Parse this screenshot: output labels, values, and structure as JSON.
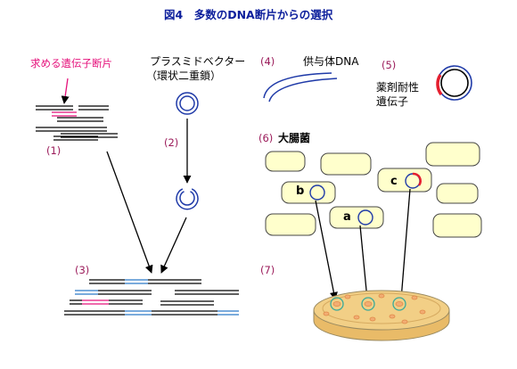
{
  "title": "図4　多数のDNA断片からの選択",
  "labels": {
    "target_gene": "求める遺伝子断片",
    "plasmid_vector": "プラスミドベクター",
    "circular_double": "（環状二重鎖）",
    "donor_dna": "供与体DNA",
    "drug_resistance_1": "薬剤耐性",
    "drug_resistance_2": "遺伝子",
    "ecoli": "大腸菌"
  },
  "steps": [
    "(1)",
    "(2)",
    "(3)",
    "(4)",
    "(5)",
    "(6)",
    "(7)"
  ],
  "cells": [
    "b",
    "a",
    "c"
  ],
  "colors": {
    "title": "#0d1f9c",
    "step_number": "#9b1b5a",
    "target": "#e5117b",
    "plasmid": "#1f3aa8",
    "resistance": "#e51f2f",
    "cell_fill": "#ffffcc",
    "dish": "#f2cf86",
    "colony": "#f2ad73"
  }
}
